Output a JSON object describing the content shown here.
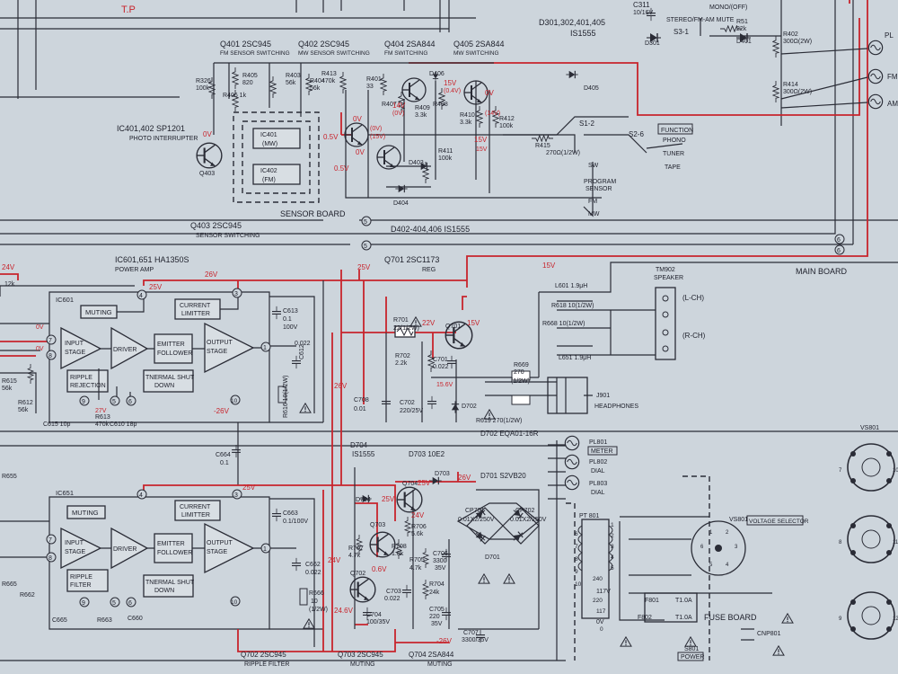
{
  "top": {
    "tp": "T.P",
    "c311": "C311",
    "c311v": "10/16V",
    "mono": "MONO/(OFF)",
    "stereo": "STEREO/FM-AM MUTE",
    "s31": "S3-1",
    "r51": "R51",
    "r51v": "22k",
    "r402": "R402",
    "r402v": "300Ω(2W)",
    "r414": "R414",
    "r414v": "300Ω(2W)",
    "d301": "D301",
    "d401": "D401",
    "diodes1": "D301,302,401,405",
    "is1555a": "IS1555",
    "pl_a": "PL",
    "fm": "FM",
    "am": "AM"
  },
  "sensor": {
    "q401": "Q401 2SC945",
    "q401d": "FM SENSOR SWITCHING",
    "q402": "Q402 2SC945",
    "q402d": "MW SENSOR SWITCHING",
    "q404": "Q404 2SA844",
    "q404d": "FM SWITCHING",
    "q405": "Q405 2SA844",
    "q405d": "MW SWITCHING",
    "r326": "R326",
    "r326v": "100k",
    "r405": "R405",
    "r405v": "820",
    "r406": "R406 1k",
    "r403": "R403",
    "r403v": "56k",
    "r404": "R404",
    "r404v": "56k",
    "r413": "R413",
    "r413v": "470k",
    "r401": "R401",
    "r401v": "33",
    "r407": "R407",
    "r408": "R408",
    "r409": "R409",
    "r409v": "3.3k",
    "r410": "R410",
    "r410v": "3.3k",
    "r412": "R412",
    "r412v": "100k",
    "r411": "R411",
    "r411v": "100k",
    "r415": "R415",
    "r415v": "270Ω(1/2W)",
    "d403": "D403",
    "d404": "D404",
    "d405": "D405",
    "d406": "D406",
    "ic401": "IC401",
    "ic401m": "(MW)",
    "ic402": "IC402",
    "ic402m": "(FM)",
    "icl": "IC401,402 SP1201",
    "icld": "PHOTO INTERRUPTER",
    "q403": "Q403",
    "q403b": "Q403 2SC945",
    "q403d": "SENSOR SWITCHING",
    "board": "SENSOR BOARD",
    "d402": "D402-404,406 IS1555",
    "v0a": "0V",
    "v0b": "0V",
    "v0c": "0V",
    "v0d": "0V",
    "v15a": "15V",
    "v15b": "15V",
    "v15c": "15V",
    "v14": "14V",
    "v05a": "0.5V",
    "v05b": "0.5V",
    "v0q": "(0V)",
    "v15q": "(15V)",
    "v04q": "(0.4V)",
    "v14q": "(14V)",
    "v0qb": "(0V)",
    "s12": "S1-2",
    "s26": "S2-6",
    "sw": "SW",
    "prog": "PROGRAM",
    "sens": "SENSOR",
    "fmmw_fm": "FM",
    "fmmw_mw": "MW",
    "func": "FUNCTION",
    "phono": "PHONO",
    "tuner": "TUNER",
    "tape": "TAPE",
    "n5a": "5",
    "n5b": "5",
    "n6a": "6",
    "n6b": "6"
  },
  "amp": {
    "ic601l": "IC601,651 HA1350S",
    "ic601ld": "POWER AMP",
    "ic601": "IC601",
    "ic651": "IC651",
    "muting": "MUTING",
    "curlim": "CURRENT",
    "curlim2": "LIMITTER",
    "input": "INPUT",
    "stage": "STAGE",
    "driver": "DRIVER",
    "emitter": "EMITTER",
    "follower": "FOLLOWER",
    "output": "OUTPUT",
    "ostage": "STAGE",
    "ripple": "RIPPLE",
    "rejection": "REJECTION",
    "thermal": "TNERMAL SHUT",
    "down": "DOWN",
    "muting2": "MUTING",
    "curlimb": "CURRENT",
    "curlimb2": "LIMITTER",
    "inputb": "INPUT",
    "stageb": "STAGE",
    "driverb": "DRIVER",
    "emitterb": "EMITTER",
    "followerb": "FOLLOWER",
    "outputb": "OUTPUT",
    "ostageb": "STAGE",
    "rippleb": "RIPPLE",
    "rejectionb": "FILTER",
    "thermalb": "TNERMAL SHUT",
    "downb": "DOWN",
    "v24": "24V",
    "v25a": "25V",
    "v26a": "26V",
    "v26b": "-26V",
    "v27": "27V",
    "v0e": "0V",
    "v0f": "0V",
    "v25b": "25V",
    "c613": "C613",
    "c613v": "0.1",
    "c613w": "100V",
    "c612": "C612",
    "c612v": "0.022",
    "r616": "R616 10(1/2W)",
    "r615": "R615",
    "r615v": "56k",
    "r612": "R612",
    "r612v": "56k",
    "r613": "R613",
    "r613v": "470k",
    "c615": "C615 10p",
    "c610": "C610 18p",
    "c664": "C664",
    "c664v": "0.1",
    "c663": "C663",
    "c663v": "0.1/100V",
    "c662": "C662",
    "c662v": "0.022",
    "r666": "R666",
    "r666v": "10",
    "r666w": "(1/2W)",
    "r655": "R655",
    "r665": "R665",
    "r662": "R662",
    "r663": "R663",
    "c665": "C665",
    "c660": "C660",
    "r12k": "12k",
    "n1": "1",
    "n2": "2",
    "n3": "3",
    "n4": "4",
    "n5": "5",
    "n6": "6",
    "n7": "7",
    "n8": "8",
    "n9": "9",
    "n10": "10",
    "m1": "1",
    "m2": "2",
    "m3": "3",
    "m4": "4",
    "m5": "5",
    "m6": "6",
    "m7": "7",
    "m8": "8",
    "m9": "9",
    "m10": "10"
  },
  "reg": {
    "q701": "Q701 2SC1173",
    "reg": "REG",
    "q701b": "Q701",
    "r701": "R701",
    "r701v": "22(1/2W)",
    "r702": "R702",
    "r702v": "2.2k",
    "c701": "C701",
    "c701v": "0.022",
    "c708": "C708",
    "c708v": "0.01",
    "c702": "C702",
    "c702v": "220/25V",
    "d702": "D702",
    "v22": "22V",
    "v15": "15V",
    "v156": "15.6V",
    "v25": "25V",
    "v15b": "15V",
    "r669": "R669",
    "r669v": "270",
    "r669w": "(1/2W)",
    "r619": "R619 270(1/2W)",
    "d702l": "D702 EQA01-16R",
    "j901": "J901",
    "headphones": "HEADPHONES",
    "l601": "L601 1.9μH",
    "r618": "R618 10(1/2W)",
    "r668": "R668 10(1/2W)",
    "l651": "L651 1.9μH",
    "tm902": "TM902",
    "speaker": "SPEAKER",
    "lch": "(L-CH)",
    "rch": "(R-CH)",
    "main": "MAIN BOARD",
    "v26": "26V"
  },
  "psu": {
    "d704l": "D704",
    "is1555": "IS1555",
    "d703": "D703 10E2",
    "d701": "D701 S2VB20",
    "d704": "D704",
    "q704": "Q704",
    "d703b": "D703",
    "q703": "Q703",
    "q702": "Q702",
    "r706": "R706",
    "r706v": "5.6k",
    "r707": "R707",
    "r707v": "4.7k",
    "r708": "R708",
    "r708v": "1.8k",
    "r705": "R705",
    "r705v": "4.7k",
    "r704": "R704",
    "r704v": "24k",
    "c706": "C706",
    "c706v": "3300",
    "c706w": "35V",
    "c705": "C705",
    "c705v": "220",
    "c705w": "35V",
    "c703": "C703",
    "c703v": "0.022",
    "c704": "C704",
    "c704v": "100/35V",
    "c707": "C707",
    "c707v": "3300/35V",
    "cp701": "CP701",
    "cp701v": "0.01X2/250V",
    "cp702": "CP702",
    "cp702v": "0.01X2/250V",
    "d701b": "D701",
    "v25a": "25V",
    "v24a": "24V",
    "v26": "26V",
    "v24b": "24V",
    "v06": "0.6V",
    "v246": "24.6V",
    "v25b": "25V",
    "v26n": "-26V",
    "q702l": "Q702 2SC945",
    "q702d": "RIPPLE FILTER",
    "q703l": "Q703 2SC945",
    "q703d": "MUTING",
    "q704l": "Q704 2SA844",
    "q704d": "MUTING"
  },
  "lamps": {
    "pl801": "PL801",
    "meter": "METER",
    "pl802": "PL802",
    "dial": "DIAL",
    "pl803": "PL803",
    "dial2": "DIAL"
  },
  "power": {
    "pt801": "PT 801",
    "vs801": "VS801",
    "vsl": "VOLTAGE SELECTOR",
    "vs801b": "VS801",
    "f801": "F801",
    "f801v": "T1.0A",
    "f802": "F802",
    "f802v": "T1.0A",
    "fuse": "FUSE BOARD",
    "s801": "S801",
    "pwr": "POWER",
    "cnp": "CNP801",
    "t0": "0",
    "t117": "117",
    "t240": "240",
    "t220": "220",
    "t1": "1",
    "t2": "2",
    "t3": "3",
    "t4": "4",
    "t5": "5",
    "t6": "6",
    "t7": "7",
    "t8": "8",
    "t9": "9",
    "t10": "10",
    "v0": "0V",
    "v117": "117V",
    "n1": "1",
    "n2": "2",
    "n3": "3",
    "n4": "4",
    "n5": "5",
    "n6": "6",
    "n7": "7",
    "n8": "8",
    "n9": "9",
    "n10": "10",
    "n11": "11",
    "n12": "12"
  }
}
